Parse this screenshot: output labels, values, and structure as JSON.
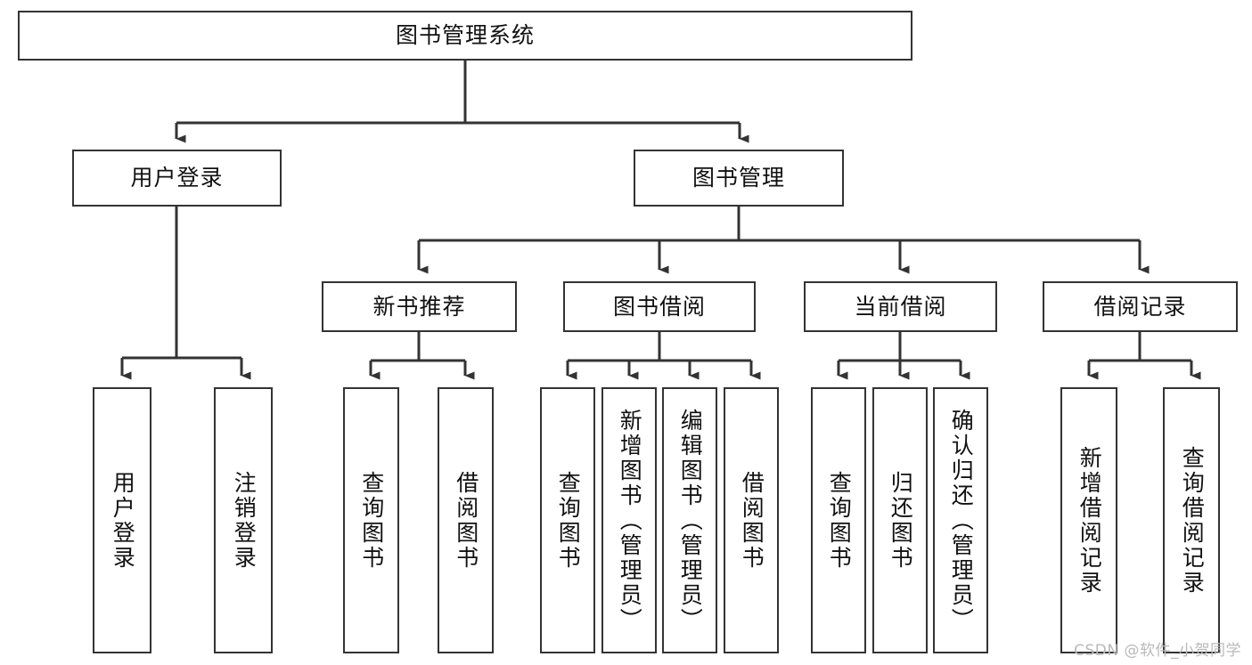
{
  "diagram": {
    "title": "图书管理系统",
    "type": "tree-hierarchy",
    "accent_color": "#333333",
    "background_color": "#ffffff",
    "root": {
      "id": "root",
      "label": "图书管理系统",
      "orientation": "horizontal"
    },
    "level2": [
      {
        "id": "user-login",
        "label": "用户登录",
        "orientation": "horizontal"
      },
      {
        "id": "book-manage",
        "label": "图书管理",
        "orientation": "horizontal"
      }
    ],
    "level3": [
      {
        "id": "new-book-recommend",
        "label": "新书推荐",
        "orientation": "horizontal",
        "parent": "book-manage"
      },
      {
        "id": "book-borrow",
        "label": "图书借阅",
        "orientation": "horizontal",
        "parent": "book-manage"
      },
      {
        "id": "current-borrow",
        "label": "当前借阅",
        "orientation": "horizontal",
        "parent": "book-manage"
      },
      {
        "id": "borrow-record",
        "label": "借阅记录",
        "orientation": "horizontal",
        "parent": "book-manage"
      }
    ],
    "leaves": [
      {
        "id": "leaf-user-login",
        "label": "用户登录",
        "parent": "user-login"
      },
      {
        "id": "leaf-logout-login",
        "label": "注销登录",
        "parent": "user-login"
      },
      {
        "id": "leaf-query-book-rec",
        "label": "查询图书",
        "parent": "new-book-recommend"
      },
      {
        "id": "leaf-borrow-book-rec",
        "label": "借阅图书",
        "parent": "new-book-recommend"
      },
      {
        "id": "leaf-query-book-borrow",
        "label": "查询图书",
        "parent": "book-borrow"
      },
      {
        "id": "leaf-add-book-admin",
        "label": "新增图书（管理员）",
        "parent": "book-borrow"
      },
      {
        "id": "leaf-edit-book-admin",
        "label": "编辑图书（管理员）",
        "parent": "book-borrow"
      },
      {
        "id": "leaf-borrow-book",
        "label": "借阅图书",
        "parent": "book-borrow"
      },
      {
        "id": "leaf-query-book-current",
        "label": "查询图书",
        "parent": "current-borrow"
      },
      {
        "id": "leaf-return-book",
        "label": "归还图书",
        "parent": "current-borrow"
      },
      {
        "id": "leaf-confirm-return-admin",
        "label": "确认归还（管理员）",
        "parent": "current-borrow"
      },
      {
        "id": "leaf-add-borrow-record",
        "label": "新增借阅记录",
        "parent": "borrow-record"
      },
      {
        "id": "leaf-query-borrow-record",
        "label": "查询借阅记录",
        "parent": "borrow-record"
      }
    ]
  },
  "watermark": {
    "text": "CSDN @软件_小贺同学"
  }
}
